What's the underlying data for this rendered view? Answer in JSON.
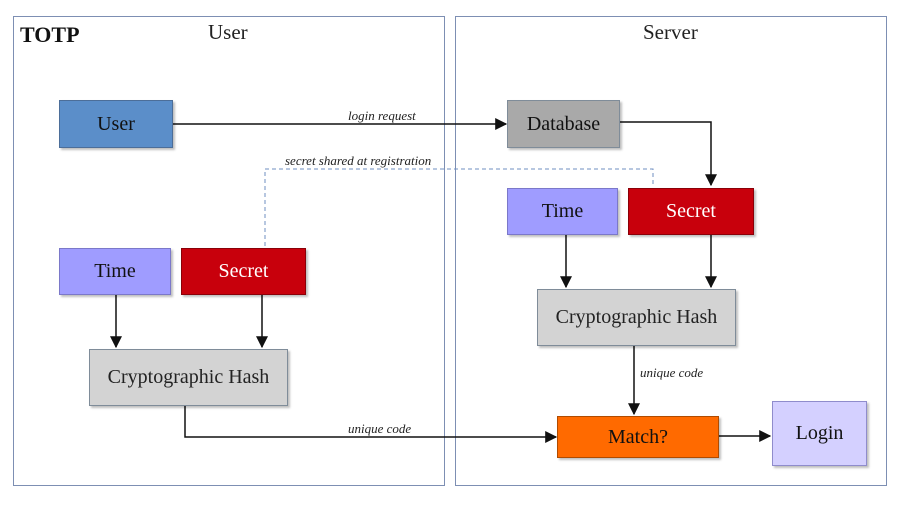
{
  "title": "TOTP",
  "panels": {
    "user": {
      "title": "User"
    },
    "server": {
      "title": "Server"
    }
  },
  "nodes": {
    "user_box": "User",
    "database": "Database",
    "server_time": "Time",
    "server_secret": "Secret",
    "server_hash": "Cryptographic Hash",
    "user_time": "Time",
    "user_secret": "Secret",
    "user_hash": "Cryptographic Hash",
    "match": "Match?",
    "login": "Login"
  },
  "edges": {
    "login_request": "login request",
    "secret_shared": "secret shared at registration",
    "unique_code_server": "unique code",
    "unique_code_user": "unique code"
  },
  "colors": {
    "user_box": "#5b8ec9",
    "database": "#a9a9a9",
    "time": "#9f9cff",
    "secret": "#c8000c",
    "hash": "#d3d3d3",
    "match": "#ff6a00",
    "login": "#d4d0ff",
    "panel_border": "#7d8fb3"
  }
}
